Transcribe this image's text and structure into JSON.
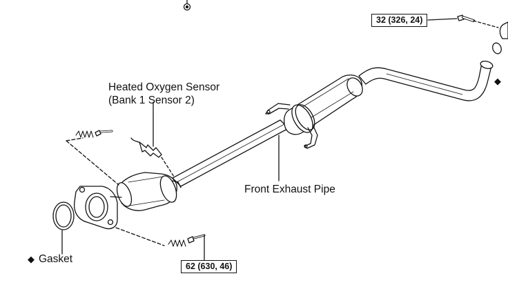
{
  "labels": {
    "sensor_line1": "Heated Oxygen Sensor",
    "sensor_line2": "(Bank 1 Sensor 2)",
    "front_pipe": "Front Exhaust Pipe",
    "gasket": "Gasket",
    "diamond": "◆"
  },
  "torque": {
    "top": "32 (326, 24)",
    "bottom": "62 (630, 46)"
  }
}
